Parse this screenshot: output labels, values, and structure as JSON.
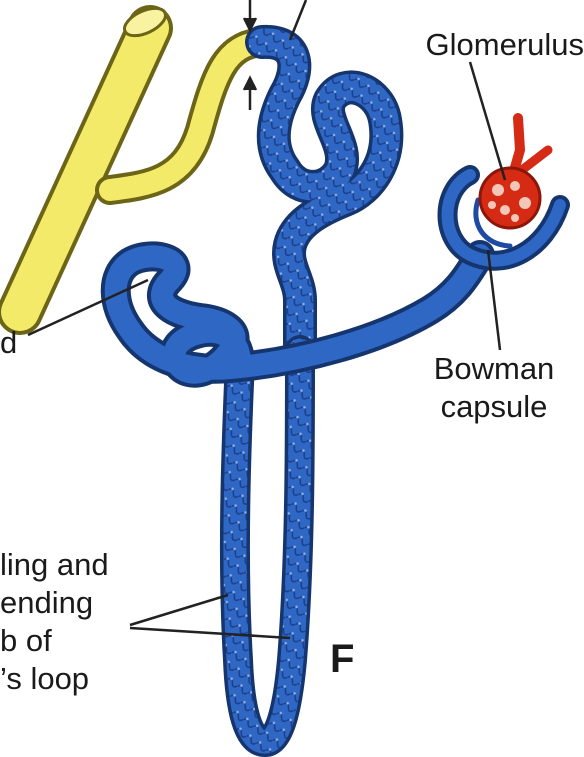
{
  "diagram": {
    "labels": {
      "glomerulus": "Glomerulus",
      "bowman": [
        "Bowman",
        "capsule"
      ],
      "left_d": "d",
      "loop": [
        "ling and",
        "ending",
        "b of",
        "’s loop"
      ],
      "letter_f": "F"
    },
    "colors": {
      "tubule": "#2f67c4",
      "tubule_outline": "#15356f",
      "tubule_pattern": "#1b3f8a",
      "collecting_duct": "#f4ea6a",
      "duct_outline": "#6c6416",
      "glomerulus_red": "#d52a14",
      "capsule_blue": "#1f4aa2",
      "leader_line": "#222222",
      "text": "#1a1a1a"
    }
  }
}
